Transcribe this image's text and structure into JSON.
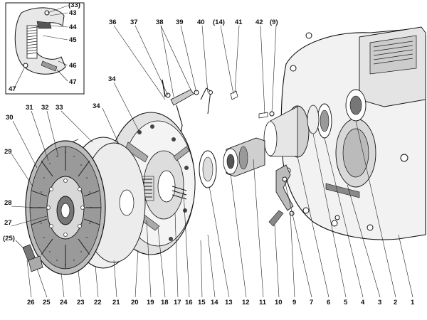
{
  "diagram": {
    "inset": {
      "labels": [
        {
          "id": "33p",
          "text": "(33)"
        },
        {
          "id": "43",
          "text": "43"
        },
        {
          "id": "44",
          "text": "44"
        },
        {
          "id": "45",
          "text": "45"
        },
        {
          "id": "46",
          "text": "46"
        },
        {
          "id": "47a",
          "text": "47"
        },
        {
          "id": "47b",
          "text": "47"
        }
      ]
    },
    "top_labels": [
      {
        "id": "36",
        "text": "36"
      },
      {
        "id": "37",
        "text": "37"
      },
      {
        "id": "38",
        "text": "38"
      },
      {
        "id": "39",
        "text": "39"
      },
      {
        "id": "40",
        "text": "40"
      },
      {
        "id": "14p",
        "text": "(14)"
      },
      {
        "id": "41",
        "text": "41"
      },
      {
        "id": "42",
        "text": "42"
      },
      {
        "id": "9p",
        "text": "(9)"
      }
    ],
    "left_labels": [
      {
        "id": "34a",
        "text": "34"
      },
      {
        "id": "34b",
        "text": "34"
      },
      {
        "id": "30",
        "text": "30"
      },
      {
        "id": "31",
        "text": "31"
      },
      {
        "id": "32",
        "text": "32"
      },
      {
        "id": "33",
        "text": "33"
      },
      {
        "id": "29",
        "text": "29"
      },
      {
        "id": "28",
        "text": "28"
      },
      {
        "id": "27",
        "text": "27"
      },
      {
        "id": "25p",
        "text": "(25)"
      }
    ],
    "bottom_labels": [
      {
        "id": "26",
        "text": "26"
      },
      {
        "id": "25",
        "text": "25"
      },
      {
        "id": "24",
        "text": "24"
      },
      {
        "id": "23",
        "text": "23"
      },
      {
        "id": "22",
        "text": "22"
      },
      {
        "id": "21",
        "text": "21"
      },
      {
        "id": "20",
        "text": "20"
      },
      {
        "id": "19",
        "text": "19"
      },
      {
        "id": "18",
        "text": "18"
      },
      {
        "id": "17",
        "text": "17"
      },
      {
        "id": "16",
        "text": "16"
      },
      {
        "id": "15",
        "text": "15"
      },
      {
        "id": "14",
        "text": "14"
      },
      {
        "id": "13",
        "text": "13"
      },
      {
        "id": "12",
        "text": "12"
      },
      {
        "id": "11",
        "text": "11"
      },
      {
        "id": "10",
        "text": "10"
      },
      {
        "id": "9",
        "text": "9"
      },
      {
        "id": "7",
        "text": "7"
      },
      {
        "id": "6",
        "text": "6"
      },
      {
        "id": "5",
        "text": "5"
      },
      {
        "id": "4",
        "text": "4"
      },
      {
        "id": "3",
        "text": "3"
      },
      {
        "id": "2",
        "text": "2"
      },
      {
        "id": "1",
        "text": "1"
      }
    ]
  }
}
